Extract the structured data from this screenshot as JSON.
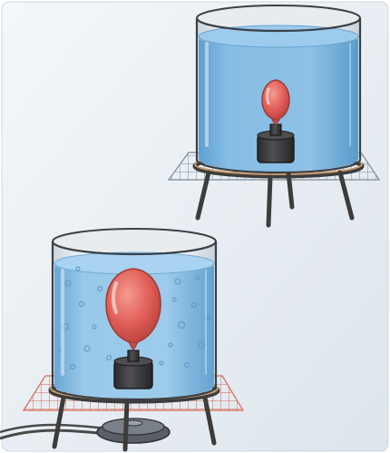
{
  "figure": {
    "panels": [
      {
        "id": "top",
        "state": "unheated",
        "water_color": "#7fb4dd",
        "balloon_color": "#e56660",
        "bubbles": false,
        "burner": false,
        "mesh_color": "#7d8a96"
      },
      {
        "id": "bottom",
        "state": "heated",
        "water_color": "#8cc0e4",
        "balloon_color": "#e0605c",
        "bubbles": true,
        "burner": true,
        "mesh_color": "#d46a55"
      }
    ],
    "colors": {
      "background_panel": "#e9eef3",
      "weight": "#3a3a3c",
      "glass_rim": "#eef1f4",
      "stand": "#3c3c3c",
      "burner_cord": "#4a4a4a"
    }
  }
}
